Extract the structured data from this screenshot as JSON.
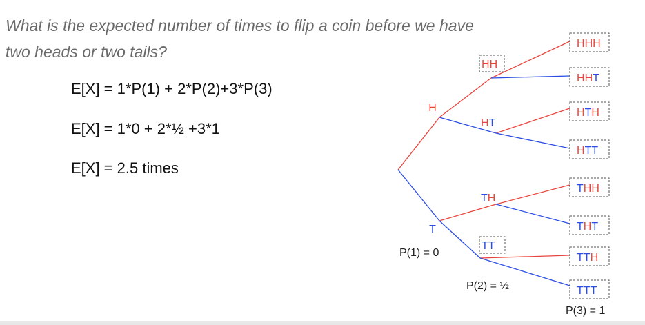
{
  "question": {
    "line1": "What is the expected number of times to flip a coin before we have",
    "line2": "two heads or two tails?"
  },
  "equations": [
    "E[X] = 1*P(1) + 2*P(2)+3*P(3)",
    "E[X] = 1*0 + 2*½ +3*1",
    "E[X] = 2.5 times"
  ],
  "colors": {
    "heads": "#e8453c",
    "tails": "#2b4de3",
    "label": "#222222"
  },
  "tree": {
    "level1": [
      "H",
      "T"
    ],
    "level2": [
      "HH",
      "HT",
      "TH",
      "TT"
    ],
    "level3": [
      "HHH",
      "HHT",
      "HTH",
      "HTT",
      "THH",
      "THT",
      "TTH",
      "TTT"
    ],
    "boxed_level2": [
      "HH",
      "TT"
    ],
    "probabilities": {
      "p1": "P(1) = 0",
      "p2": "P(2) = ½",
      "p3": "P(3) = 1"
    }
  }
}
